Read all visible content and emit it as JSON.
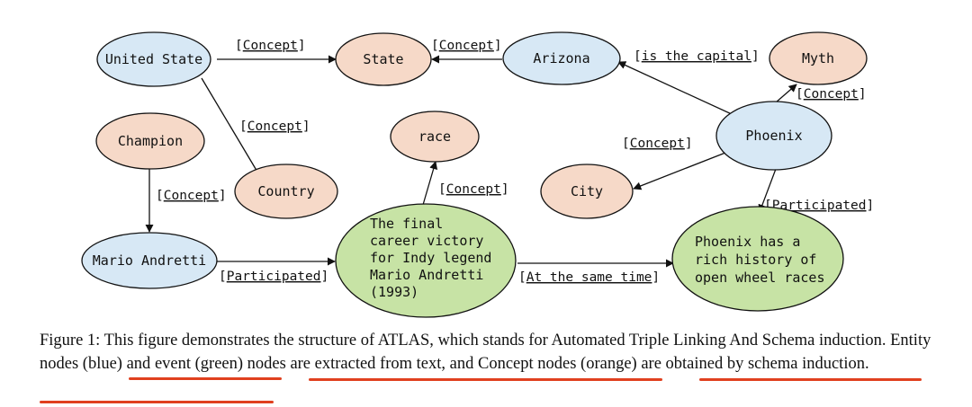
{
  "colors": {
    "entity": "#d7e8f5",
    "event": "#c7e3a5",
    "concept": "#f6d9c8",
    "stroke": "#111111",
    "highlight": "#e0401f"
  },
  "nodes": {
    "united_state": {
      "label": "United State",
      "kind": "entity"
    },
    "state": {
      "label": "State",
      "kind": "concept"
    },
    "arizona": {
      "label": "Arizona",
      "kind": "entity"
    },
    "myth": {
      "label": "Myth",
      "kind": "concept"
    },
    "champion": {
      "label": "Champion",
      "kind": "concept"
    },
    "race": {
      "label": "race",
      "kind": "concept"
    },
    "phoenix": {
      "label": "Phoenix",
      "kind": "entity"
    },
    "country": {
      "label": "Country",
      "kind": "concept"
    },
    "city": {
      "label": "City",
      "kind": "concept"
    },
    "mario": {
      "label": "Mario Andretti",
      "kind": "entity"
    },
    "event_victory": {
      "lines": [
        "The final",
        "career victory",
        "for Indy legend",
        "Mario Andretti",
        "(1993)"
      ],
      "kind": "event"
    },
    "event_phoenix": {
      "lines": [
        "Phoenix has a",
        "rich history of",
        "open wheel races"
      ],
      "kind": "event"
    }
  },
  "edge_labels": {
    "us_state": "Concept",
    "arizona_state": "Concept",
    "phoenix_arizona": "is the capital",
    "phoenix_myth": "Concept",
    "us_country": "Concept",
    "victory_race": "Concept",
    "phoenix_city": "Concept",
    "champion_mario": "Concept",
    "phoenix_event": "Participated",
    "mario_victory": "Participated",
    "victory_phoenix_event": "At the same time"
  },
  "caption": {
    "part1": "Figure 1: This figure demonstrates the structure of ATLAS, which stands for Automated Triple Linking And Schema induction. ",
    "hl1": "Entity nodes (blue)",
    "part2": " and ",
    "hl2": "event (green) nodes are extracted from text",
    "part3": ", and ",
    "hl3": "Concept nodes (orange) are obtained by schema induction",
    "part4": "."
  }
}
